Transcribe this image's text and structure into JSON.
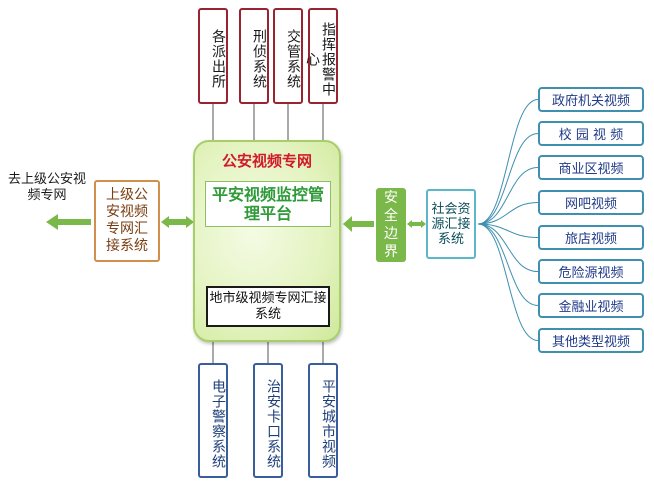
{
  "top_boxes": [
    "各派出所",
    "刑侦系统",
    "交管系统",
    "指挥报警中心"
  ],
  "central": {
    "title": "公安视频专网",
    "platform": "平安视频监控管理平台",
    "collector": "地市级视频专网汇接系统"
  },
  "bottom_boxes": [
    "电子警察系统",
    "治安卡口系统",
    "平安城市视频"
  ],
  "upper_level": {
    "box": "上级公安视频专网汇接系统",
    "label": "去上级公安视频专网"
  },
  "security_boundary": "安全边界",
  "social": "社会资源汇接系统",
  "right_items": [
    "政府机关视频",
    "校 园 视 频",
    "商业区视频",
    "网吧视频",
    "旅店视频",
    "危险源视频",
    "金融业视频",
    "其他类型视频"
  ],
  "colors": {
    "top_border": "#9a2332",
    "bottom_border": "#3a5d9c",
    "central_fill": "#e3f3bf",
    "central_title": "#d21a2b",
    "platform_text": "#2e9a38",
    "arrow_green": "#7bb84a",
    "right_border": "#3e8fb0",
    "social_border": "#5bb7c9"
  }
}
